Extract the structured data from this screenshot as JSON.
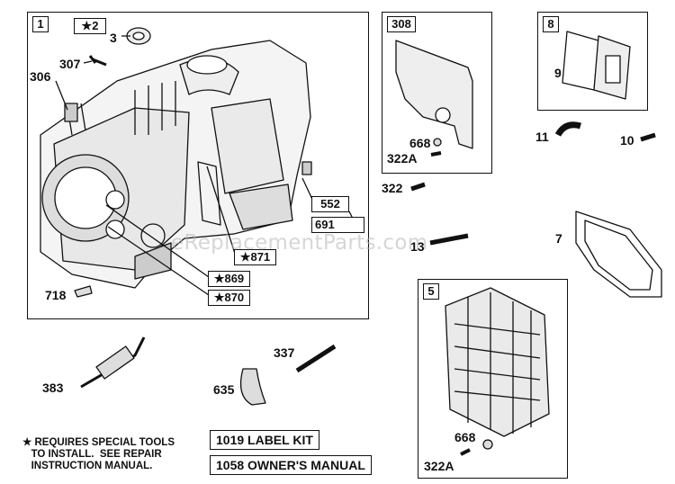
{
  "sections": {
    "s1": "1",
    "s308": "308",
    "s8": "8",
    "s5": "5"
  },
  "parts": {
    "p2": "★2",
    "p3": "3",
    "p307": "307",
    "p306": "306",
    "p552": "552",
    "p691": "691",
    "p871": "★871",
    "p869": "★869",
    "p870": "★870",
    "p718": "718",
    "p668a": "668",
    "p322a_top": "322A",
    "p322": "322",
    "p9": "9",
    "p11": "11",
    "p10": "10",
    "p7": "7",
    "p13": "13",
    "p383": "383",
    "p337": "337",
    "p635": "635",
    "p668b": "668",
    "p322a_bot": "322A"
  },
  "footer": {
    "note": "★ REQUIRES SPECIAL TOOLS\n   TO INSTALL.  SEE REPAIR\n   INSTRUCTION MANUAL.",
    "label_kit": "1019 LABEL KIT",
    "owners_manual": "1058 OWNER'S MANUAL"
  },
  "watermark": "eReplacementParts.com",
  "colors": {
    "line": "#111111",
    "watermark": "#b4b4b4"
  }
}
